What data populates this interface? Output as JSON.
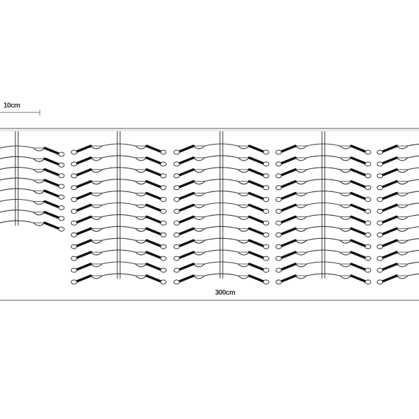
{
  "diagram": {
    "scale_label": "10cm",
    "width_label": "300cm",
    "strands": [
      {
        "rows": 8,
        "partial": true
      },
      {
        "rows": 12
      },
      {
        "rows": 12
      },
      {
        "rows": 12
      },
      {
        "rows": 12
      }
    ],
    "colors": {
      "line": "#333333",
      "bar": "#111111",
      "frame": "#777777"
    }
  }
}
